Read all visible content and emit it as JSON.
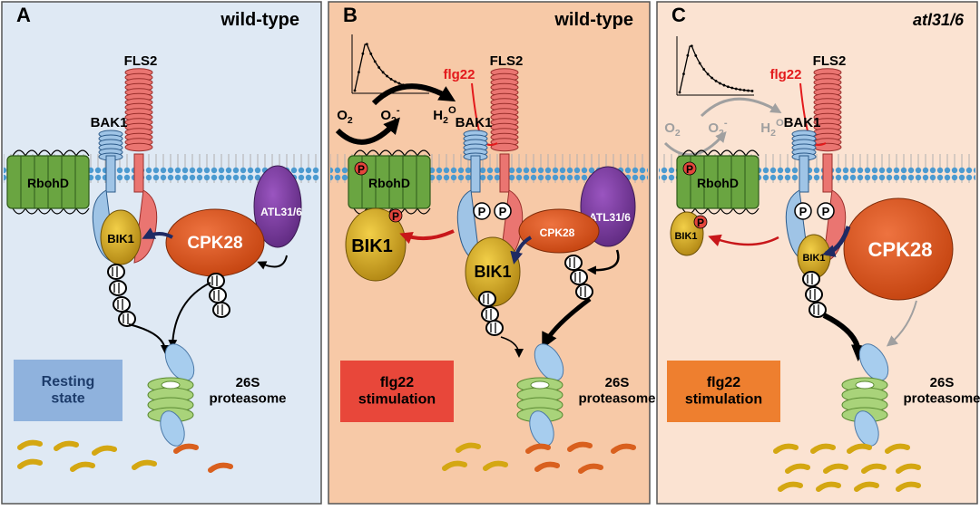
{
  "colors": {
    "panel_a_bg": "#dfe9f4",
    "panel_b_bg": "#f7c9a7",
    "panel_c_bg": "#fbe3d2",
    "rbohd": "#6aa541",
    "fls2": "#ea7571",
    "bak1": "#9fc4e6",
    "bik1": "#c9a01a",
    "cpk28": "#d9501c",
    "atl31": "#7a3a9e",
    "ubiquitin": "#ffffff",
    "proteasome_ring": "#a9d37a",
    "proteasome_cap": "#a7cdee",
    "membrane": "#4b9ad0",
    "peptide_yellow": "#d4a712",
    "peptide_orange": "#d9601e",
    "flg22": "#e31a1c",
    "arrow_red": "#c8171a",
    "arrow_navy": "#1f2a63"
  },
  "panels": [
    {
      "letter": "A",
      "genotype": "wild-type",
      "state_box": "Resting\nstate",
      "state_box_color": "#8fb2dd",
      "labels": {
        "fls2": "FLS2",
        "bak1": "BAK1",
        "rbohd": "RbohD",
        "bik1": "BIK1",
        "cpk28": "CPK28",
        "atl31": "ATL31/6",
        "proteasome": "26S\nproteasome"
      }
    },
    {
      "letter": "B",
      "genotype": "wild-type",
      "state_box": "flg22\nstimulation",
      "state_box_color": "#e8473a",
      "labels": {
        "fls2": "FLS2",
        "flg22": "flg22",
        "bak1": "BAK1",
        "rbohd": "RbohD",
        "bik1_free": "BIK1",
        "bik1_complex": "BIK1",
        "cpk28": "CPK28",
        "atl31": "ATL31/6",
        "o2": "O2",
        "o2minus": "O2-",
        "h2o2": "H2O2",
        "phospho": "P",
        "proteasome": "26S\nproteasome"
      }
    },
    {
      "letter": "C",
      "genotype": "atl31/6",
      "state_box": "flg22\nstimulation",
      "state_box_color": "#ee7f2f",
      "labels": {
        "fls2": "FLS2",
        "flg22": "flg22",
        "bak1": "BAK1",
        "rbohd": "RbohD",
        "bik1_free": "BIK1",
        "bik1_complex": "BIK1",
        "cpk28": "CPK28",
        "o2": "O2",
        "o2minus": "O2-",
        "h2o2": "H2O2",
        "phospho": "P",
        "proteasome": "26S\nproteasome"
      }
    }
  ]
}
